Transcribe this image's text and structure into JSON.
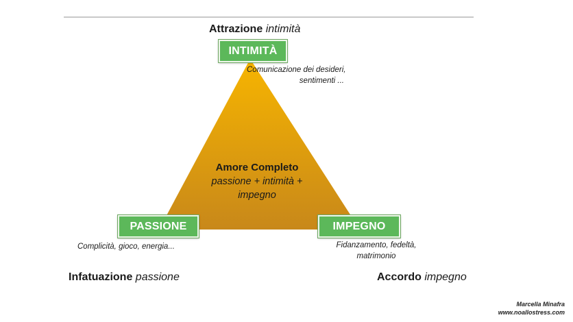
{
  "diagram": {
    "top_heading": {
      "bold": "Attrazione",
      "italic": "intimità"
    },
    "vertices": {
      "top": "INTIMITÀ",
      "left": "PASSIONE",
      "right": "IMPEGNO"
    },
    "notes": {
      "top_line1": "Comunicazione dei desideri,",
      "top_line2": "sentimenti ...",
      "left": "Complicità, gioco, energia...",
      "right_line1": "Fidanzamento, fedeltà,",
      "right_line2": "matrimonio"
    },
    "center": {
      "title": "Amore Completo",
      "line1": "passione + intimità +",
      "line2": "impegno"
    },
    "bottom_left_heading": {
      "bold": "Infatuazione",
      "italic": "passione"
    },
    "bottom_right_heading": {
      "bold": "Accordo",
      "italic": "impegno"
    }
  },
  "signature": {
    "name": "Marcella Minafra",
    "site": "www.noallostress.com"
  },
  "colors": {
    "triangle_top": "#f7b500",
    "triangle_bottom": "#c8881a",
    "vertex_green": "#5cb85a"
  }
}
